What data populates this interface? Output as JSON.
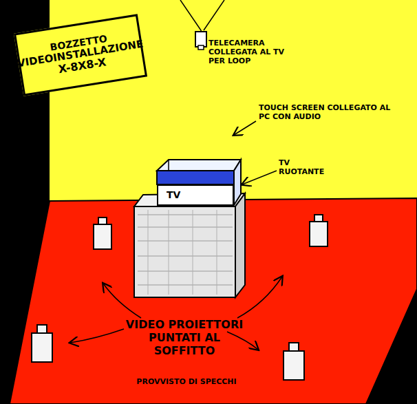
{
  "diagram": {
    "nodes": [
      {
        "text": [
          "BOZZETTO",
          "VIDEOINSTALLAZIONE",
          "X-8X8-X"
        ]
      },
      {
        "text": [
          "TV"
        ]
      }
    ],
    "labels": [
      "TELECAMERA COLLEGATA AL TV PER LOOP",
      "TOUCH SCREEN COLLEGATO AL PC CON AUDIO",
      "TV RUOTANTE",
      "VIDEO PROIETTORI PUNTATI AL SOFFITTO",
      "PROVVISTO DI SPECCHI"
    ]
  }
}
